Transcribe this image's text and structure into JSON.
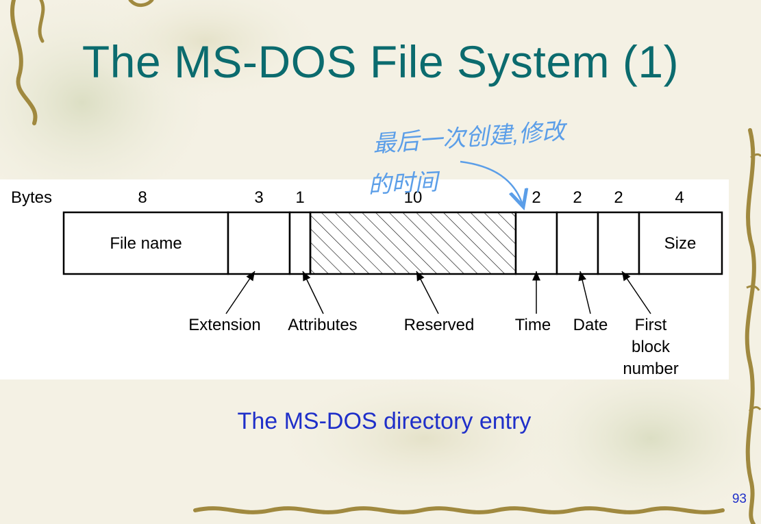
{
  "slide": {
    "title": "The MS-DOS File System (1)",
    "caption": "The MS-DOS directory entry",
    "page_number": "93"
  },
  "diagram": {
    "bytes_label": "Bytes",
    "fields": [
      {
        "bytes": "8",
        "inner_label": "File name",
        "callout": null,
        "hatched": false
      },
      {
        "bytes": "3",
        "inner_label": "",
        "callout": "Extension",
        "hatched": false
      },
      {
        "bytes": "1",
        "inner_label": "",
        "callout": "Attributes",
        "hatched": false
      },
      {
        "bytes": "10",
        "inner_label": "",
        "callout": "Reserved",
        "hatched": true
      },
      {
        "bytes": "2",
        "inner_label": "",
        "callout": "Time",
        "hatched": false
      },
      {
        "bytes": "2",
        "inner_label": "",
        "callout": "Date",
        "hatched": false
      },
      {
        "bytes": "2",
        "inner_label": "",
        "callout": "First block number",
        "hatched": false
      },
      {
        "bytes": "4",
        "inner_label": "Size",
        "callout": null,
        "hatched": false
      }
    ],
    "callout_lines": {
      "first_block": [
        "First",
        "block",
        "number"
      ]
    },
    "handwritten_note": {
      "line1": "最后一次创建,修改",
      "line2": "的时间"
    }
  },
  "colors": {
    "title": "#0b6b6e",
    "caption": "#1f2fc9",
    "annotation": "#5b9ee8",
    "vine": "#a0893f",
    "background": "#f4f1e4"
  }
}
